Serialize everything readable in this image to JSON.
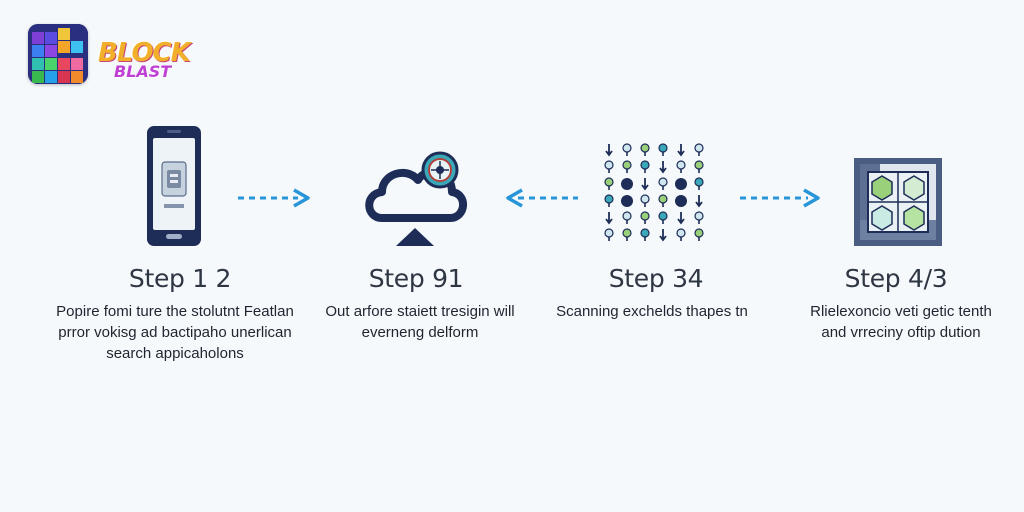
{
  "logo": {
    "word1": "BLOCK",
    "word2": "BLAST"
  },
  "steps": [
    {
      "label": "Step 1 2",
      "desc": "Popire fomi ture the stolutnt Featlan prror vokisg ad bactipaho unerlican search appicaholons",
      "icon": "phone-icon"
    },
    {
      "label": "Step 91",
      "desc": "Out arfore staiett tresigin will everneng delform",
      "icon": "cloud-icon"
    },
    {
      "label": "Step 34",
      "desc": "Scanning exchelds thapes tn",
      "icon": "network-icon"
    },
    {
      "label": "Step 4/3",
      "desc": "Rlielexoncio veti getic tenth and vrreciny oftip dution",
      "icon": "grid-board-icon"
    }
  ],
  "colors": {
    "navy": "#1d2d57",
    "arrow": "#2795d8",
    "teal": "#3aa8b8",
    "green": "#9ad07a"
  }
}
